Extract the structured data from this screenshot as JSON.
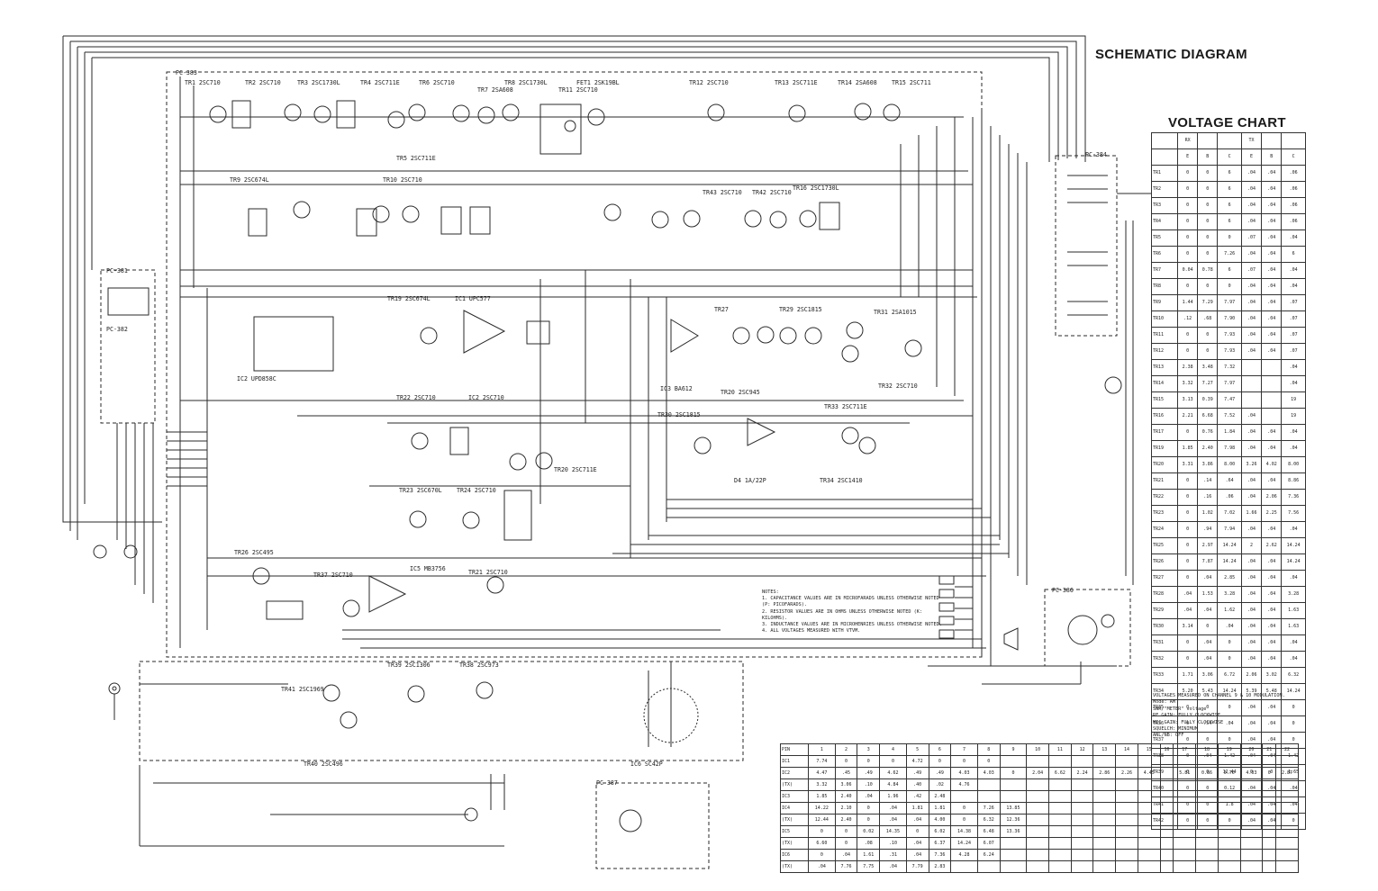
{
  "title": "SCHEMATIC DIAGRAM",
  "voltage_chart": {
    "title": "VOLTAGE CHART",
    "headers": [
      "",
      "RX",
      "",
      "",
      "TX",
      "",
      ""
    ],
    "subheaders": [
      "",
      "E",
      "B",
      "C",
      "E",
      "B",
      "C"
    ],
    "rows": [
      [
        "TR1",
        "0",
        "0",
        "6",
        ".04",
        ".04",
        ".06"
      ],
      [
        "TR2",
        "0",
        "0",
        "6",
        ".04",
        ".04",
        ".06"
      ],
      [
        "TR3",
        "0",
        "0",
        "6",
        ".04",
        ".04",
        ".06"
      ],
      [
        "TR4",
        "0",
        "0",
        "6",
        ".04",
        ".04",
        ".06"
      ],
      [
        "TR5",
        "0",
        "0",
        "0",
        ".07",
        ".04",
        ".04"
      ],
      [
        "TR6",
        "0",
        "0",
        "7.26",
        ".04",
        ".04",
        "6"
      ],
      [
        "TR7",
        "0.04",
        "0.78",
        "6",
        ".07",
        ".04",
        ".04"
      ],
      [
        "TR8",
        "0",
        "0",
        "0",
        ".04",
        ".04",
        ".04"
      ],
      [
        "TR9",
        "1.44",
        "7.29",
        "7.97",
        ".04",
        ".04",
        ".07"
      ],
      [
        "TR10",
        ".12",
        ".68",
        "7.90",
        ".04",
        ".04",
        ".07"
      ],
      [
        "TR11",
        "0",
        "0",
        "7.93",
        ".04",
        ".04",
        ".07"
      ],
      [
        "TR12",
        "0",
        "0",
        "7.93",
        ".04",
        ".04",
        ".07"
      ],
      [
        "TR13",
        "2.38",
        "3.48",
        "7.32",
        "",
        "",
        ".04"
      ],
      [
        "TR14",
        "3.32",
        "7.27",
        "7.97",
        "",
        "",
        ".04"
      ],
      [
        "TR15",
        "3.13",
        "0.39",
        "7.47",
        "",
        "",
        "19"
      ],
      [
        "TR16",
        "2.21",
        "6.68",
        "7.52",
        ".04",
        "",
        "19"
      ],
      [
        "TR17",
        "0",
        "0.76",
        "1.84",
        ".04",
        ".04",
        ".04"
      ],
      [
        "TR19",
        "1.85",
        "2.40",
        "7.98",
        ".04",
        ".04",
        ".04"
      ],
      [
        "TR20",
        "3.31",
        "3.86",
        "8.00",
        "3.26",
        "4.02",
        "8.00"
      ],
      [
        "TR21",
        "0",
        ".14",
        ".64",
        ".04",
        ".04",
        "8.86"
      ],
      [
        "TR22",
        "0",
        ".16",
        ".06",
        ".04",
        "2.06",
        "7.36"
      ],
      [
        "TR23",
        "0",
        "1.02",
        "7.02",
        "1.66",
        "2.25",
        "7.56"
      ],
      [
        "TR24",
        "0",
        ".94",
        "7.94",
        ".04",
        ".04",
        ".04"
      ],
      [
        "TR25",
        "0",
        "2.97",
        "14.24",
        "2",
        "2.62",
        "14.24"
      ],
      [
        "TR26",
        "0",
        "7.87",
        "14.24",
        ".04",
        ".04",
        "14.24"
      ],
      [
        "TR27",
        "0",
        ".04",
        "2.85",
        ".04",
        ".04",
        ".04"
      ],
      [
        "TR28",
        ".04",
        "1.53",
        "3.28",
        ".04",
        ".04",
        "3.28"
      ],
      [
        "TR29",
        ".04",
        ".04",
        "1.62",
        ".04",
        ".04",
        "1.63"
      ],
      [
        "TR30",
        "3.14",
        "0",
        ".04",
        ".04",
        ".04",
        "1.63"
      ],
      [
        "TR31",
        "0",
        ".04",
        "0",
        ".04",
        ".04",
        ".04"
      ],
      [
        "TR32",
        "0",
        ".04",
        "0",
        ".04",
        ".04",
        ".04"
      ],
      [
        "TR33",
        "1.71",
        "3.06",
        "6.72",
        "2.06",
        "3.02",
        "6.32"
      ],
      [
        "TR34",
        "5.20",
        "5.43",
        "14.24",
        "5.39",
        "5.48",
        "14.24"
      ],
      [
        "TR35",
        "0",
        "0",
        "0",
        ".04",
        ".04",
        "0"
      ],
      [
        "TR36",
        "0",
        ".54",
        ".04",
        ".04",
        ".04",
        "0"
      ],
      [
        "TR37",
        "0",
        "0",
        "0",
        ".04",
        ".04",
        "0"
      ],
      [
        "TR38",
        "0",
        ".04",
        "1.42",
        ".04",
        ".04",
        "1.42"
      ],
      [
        "TR39",
        "0",
        "0",
        "12.44",
        "0",
        "0",
        "1.65"
      ],
      [
        "TR40",
        "0",
        "0",
        "0.12",
        ".04",
        ".04",
        ".04"
      ],
      [
        "TR41",
        "0",
        "0",
        "1.8",
        ".04",
        ".04",
        ".04"
      ],
      [
        "TR42",
        "0",
        "0",
        "0",
        ".04",
        ".04",
        "0"
      ]
    ]
  },
  "pin_chart": {
    "headers": [
      "PIN",
      "1",
      "2",
      "3",
      "4",
      "5",
      "6",
      "7",
      "8",
      "9",
      "10",
      "11",
      "12",
      "13",
      "14",
      "15",
      "16",
      "17",
      "18",
      "19",
      "20",
      "21",
      "22"
    ],
    "rows": [
      [
        "IC1",
        "7.74",
        "0",
        "0",
        "0",
        "4.72",
        "0",
        "0",
        "0",
        "",
        "",
        "",
        "",
        "",
        "",
        "",
        "",
        "",
        "",
        "",
        "",
        "",
        ""
      ],
      [
        "IC2",
        "4.47",
        ".45",
        ".49",
        "4.62",
        ".49",
        ".49",
        "4.03",
        "4.03",
        "0",
        "2.04",
        "6.62",
        "2.24",
        "2.86",
        "2.26",
        "4.45",
        "",
        "5.81",
        "0.86",
        "0.76",
        "4.03",
        "0",
        "2.87"
      ],
      [
        "(TX)",
        "3.32",
        "3.06",
        ".10",
        "4.84",
        ".40",
        ".02",
        "4.76",
        "",
        "",
        "",
        "",
        "",
        "",
        "",
        "",
        "",
        "",
        "",
        "",
        "",
        "",
        ""
      ],
      [
        "IC3",
        "1.85",
        "2.40",
        ".04",
        "1.96",
        ".42",
        "2.48",
        "",
        "",
        "",
        "",
        "",
        "",
        "",
        "",
        "",
        "",
        "",
        "",
        "",
        "",
        "",
        ""
      ],
      [
        "IC4",
        "14.22",
        "2.10",
        "0",
        ".04",
        "1.81",
        "1.81",
        "0",
        "7.26",
        "13.85",
        "",
        "",
        "",
        "",
        "",
        "",
        "",
        "",
        "",
        "",
        "",
        "",
        ""
      ],
      [
        "(TX)",
        "12.44",
        "2.40",
        "0",
        ".04",
        ".04",
        "4.00",
        "0",
        "6.32",
        "12.36",
        "",
        "",
        "",
        "",
        "",
        "",
        "",
        "",
        "",
        "",
        "",
        "",
        ""
      ],
      [
        "IC5",
        "0",
        "0",
        "0.02",
        "14.35",
        "0",
        "6.02",
        "14.38",
        "6.48",
        "13.36",
        "",
        "",
        "",
        "",
        "",
        "",
        "",
        "",
        "",
        "",
        "",
        "",
        ""
      ],
      [
        "(TX)",
        "6.60",
        "0",
        ".08",
        ".10",
        ".04",
        "6.37",
        "14.24",
        "6.07",
        "",
        "",
        "",
        "",
        "",
        "",
        "",
        "",
        "",
        "",
        "",
        "",
        "",
        ""
      ],
      [
        "IC6",
        "0",
        ".04",
        "1.61",
        ".31",
        ".04",
        "7.36",
        "4.28",
        "6.24",
        "",
        "",
        "",
        "",
        "",
        "",
        "",
        "",
        "",
        "",
        "",
        "",
        "",
        ""
      ],
      [
        "(TX)",
        ".04",
        "7.76",
        "7.75",
        ".04",
        "7.79",
        "2.83",
        "",
        "",
        "",
        "",
        "",
        "",
        "",
        "",
        "",
        "",
        "",
        "",
        "",
        "",
        "",
        ""
      ]
    ]
  },
  "notes": [
    "NOTES:",
    "1. CAPACITANCE VALUES ARE IN MICROFARADS UNLESS OTHERWISE NOTED (P: PICOFARADS).",
    "2. RESISTOR VALUES ARE IN OHMS UNLESS OTHERWISE NOTED (K: KILOHMS).",
    "3. INDUCTANCE VALUES ARE IN MICROHENRIES UNLESS OTHERWISE NOTED.",
    "4. ALL VOLTAGES MEASURED WITH VTVM."
  ],
  "measurement_conditions": [
    "VOLTAGES MEASURED ON CHANNEL 9 & 10 MODULATION.",
    "Mode: AM",
    "SWR/\"METER\" voltage",
    "RF GAIN: FULLY CLOCKWISE",
    "MIC GAIN: FULLY CLOCKWISE",
    "SQUELCH: MINIMUM",
    "ANL/NB: OFF"
  ],
  "board_labels": [
    "PC-383",
    "PC-381",
    "PC-382",
    "PC-384",
    "PC-386",
    "PC-387"
  ],
  "component_labels": [
    {
      "text": "TR1 2SC710"
    },
    {
      "text": "TR2 2SC710"
    },
    {
      "text": "TR3 2SC1730L"
    },
    {
      "text": "TR4 2SC711E"
    },
    {
      "text": "TR6 2SC710"
    },
    {
      "text": "TR7 2SA608"
    },
    {
      "text": "TR8 2SC1730L"
    },
    {
      "text": "TR11 2SC710"
    },
    {
      "text": "FET1 2SK19BL"
    },
    {
      "text": "TR12 2SC710"
    },
    {
      "text": "TR13 2SC711E"
    },
    {
      "text": "TR14 2SA608"
    },
    {
      "text": "TR15 2SC711"
    },
    {
      "text": "TR5 2SC711E"
    },
    {
      "text": "TR9 2SC674L"
    },
    {
      "text": "TR10 2SC710"
    },
    {
      "text": "TR19 2SC674L"
    },
    {
      "text": "TR43 2SC710"
    },
    {
      "text": "TR42 2SC710"
    },
    {
      "text": "TR16 2SC1730L"
    },
    {
      "text": "IC1 UPC577"
    },
    {
      "text": "IC2 UPD858C"
    },
    {
      "text": "TR27"
    },
    {
      "text": "TR29 2SC1815"
    },
    {
      "text": "TR31 2SA1015"
    },
    {
      "text": "IC3 BA612"
    },
    {
      "text": "TR20 2SC945"
    },
    {
      "text": "TR32 2SC710"
    },
    {
      "text": "TR22 2SC710"
    },
    {
      "text": "IC2 2SC710"
    },
    {
      "text": "TR30 2SC1815"
    },
    {
      "text": "TR33 2SC711E"
    },
    {
      "text": "TR20 2SC711E"
    },
    {
      "text": "TR23 2SC670L"
    },
    {
      "text": "TR24 2SC710"
    },
    {
      "text": "D4 1A/22P"
    },
    {
      "text": "TR34 2SC1410"
    },
    {
      "text": "TR26 2SC495"
    },
    {
      "text": "TR37 2SC710"
    },
    {
      "text": "IC5 MB3756"
    },
    {
      "text": "TR21 2SC710"
    },
    {
      "text": "TR41 2SC1969"
    },
    {
      "text": "TR39 2SC1306"
    },
    {
      "text": "TR38 2SC973"
    },
    {
      "text": "TR40 2SC496"
    },
    {
      "text": "IC6 SC42P"
    }
  ],
  "colors": {
    "ink": "#2a2a2a",
    "paper": "#ffffff"
  }
}
